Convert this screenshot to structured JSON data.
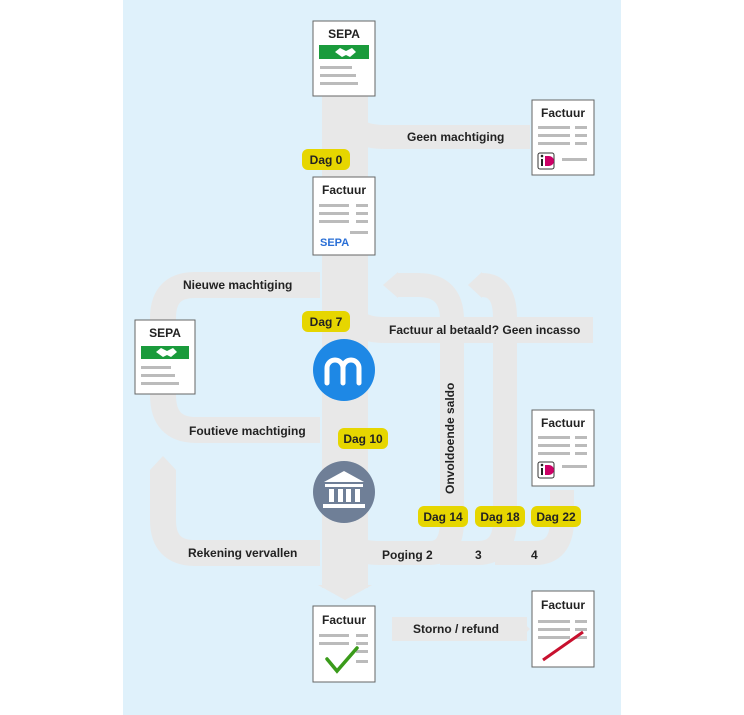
{
  "colors": {
    "background_panel": "#dff1fb",
    "flow": "#e8e8e8",
    "day_tag": "#e6d600",
    "sepa_green": "#1a9b3c",
    "sepa_blue": "#2a6fd6",
    "ideal_pink": "#cc0066",
    "mollie_blue": "#1e88e5",
    "bank_slate": "#6f7f97",
    "check_green": "#3a9b1a",
    "cross_red": "#c8102e"
  },
  "documents": {
    "sepa_top": {
      "title": "SEPA"
    },
    "factuur_ideal_top": {
      "title": "Factuur"
    },
    "factuur_sepa": {
      "title": "Factuur",
      "footer": "SEPA"
    },
    "sepa_left": {
      "title": "SEPA"
    },
    "factuur_ideal_right": {
      "title": "Factuur"
    },
    "factuur_paid": {
      "title": "Factuur"
    },
    "factuur_refund": {
      "title": "Factuur"
    }
  },
  "icons": {
    "mollie": "mollie-logo-icon",
    "bank": "bank-building-icon",
    "check": "check-mark-icon",
    "cross": "cross-out-line-icon",
    "handshake": "handshake-icon",
    "ideal": "ideal-logo-icon"
  },
  "flow_labels": {
    "geen_machtiging": "Geen machtiging",
    "nieuwe_machtiging": "Nieuwe machtiging",
    "factuur_al_betaald": "Factuur al betaald? Geen incasso",
    "foutieve_machtiging": "Foutieve machtiging",
    "onvoldoende_saldo": "Onvoldoende saldo",
    "rekening_vervallen": "Rekening vervallen",
    "poging_2": "Poging 2",
    "poging_3": "3",
    "poging_4": "4",
    "storno_refund": "Storno / refund"
  },
  "day_tags": {
    "dag0": "Dag 0",
    "dag7": "Dag 7",
    "dag10": "Dag 10",
    "dag14": "Dag 14",
    "dag18": "Dag 18",
    "dag22": "Dag 22"
  }
}
